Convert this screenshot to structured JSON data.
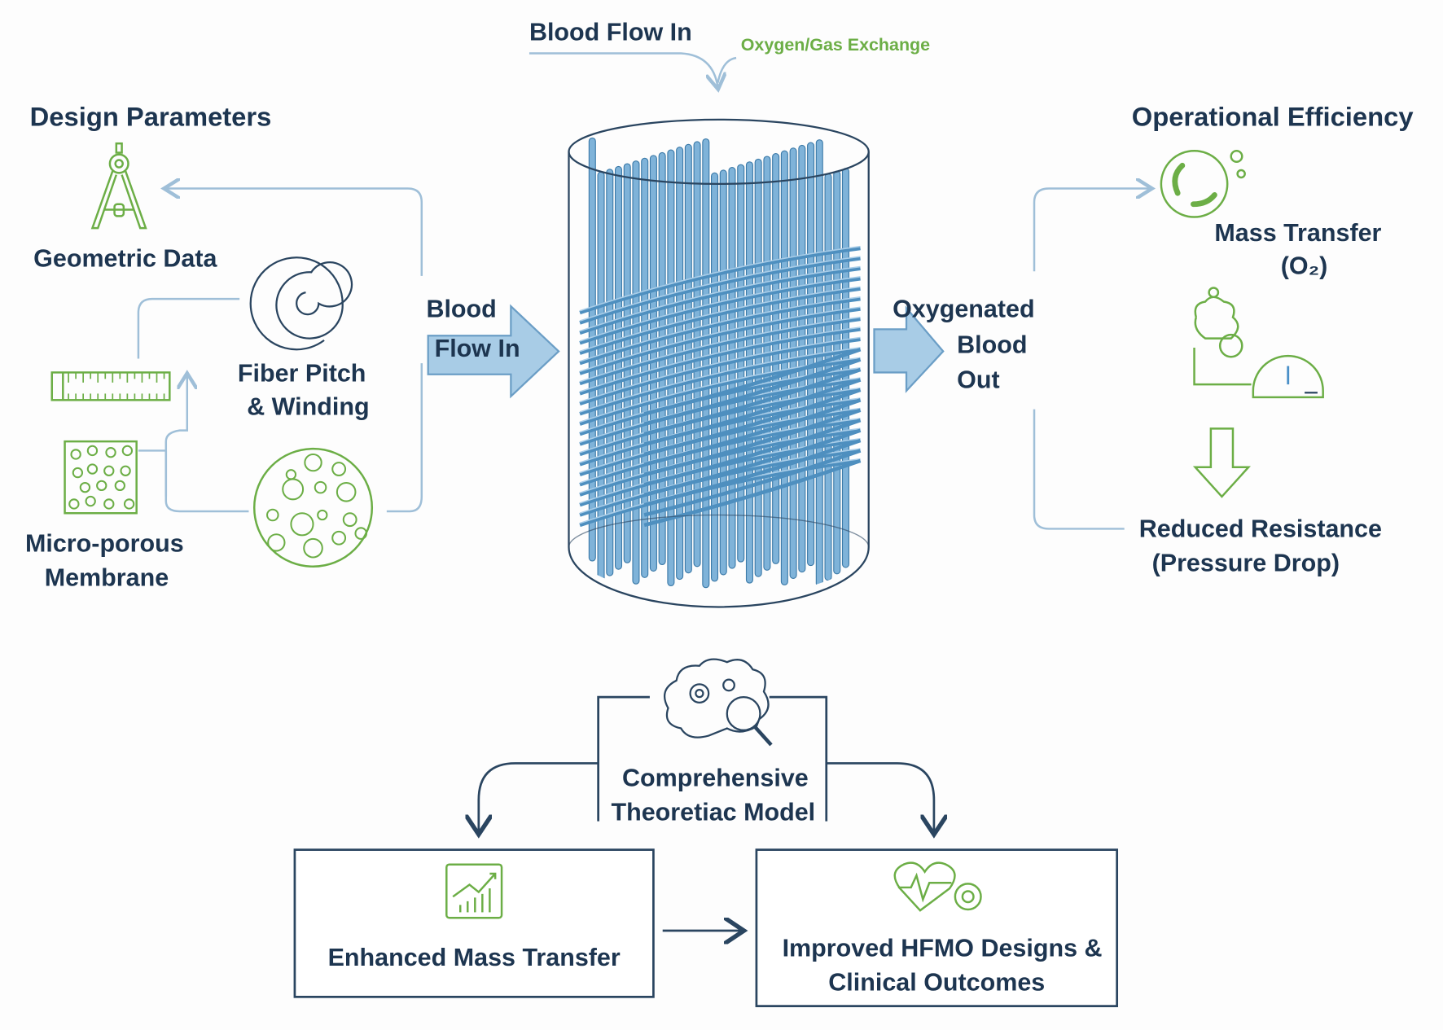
{
  "top": {
    "blood_flow_in": "Blood Flow In",
    "gas_exchange": "Oxygen/Gas Exchange"
  },
  "left": {
    "title": "Design Parameters",
    "geometric_data": "Geometric Data",
    "fiber_pitch_line1": "Fiber Pitch",
    "fiber_pitch_line2": "& Winding",
    "membrane_line1": "Micro-porous",
    "membrane_line2": "Membrane"
  },
  "center": {
    "inlet_line1": "Blood",
    "inlet_line2": "Flow In",
    "outlet_line1": "Oxygenated",
    "outlet_line2": "Blood",
    "outlet_line3": "Out"
  },
  "right": {
    "title": "Operational Efficiency",
    "mass_transfer_line1": "Mass Transfer",
    "mass_transfer_line2": "(O₂)",
    "resistance_line1": "Reduced Resistance",
    "resistance_line2": "(Pressure Drop)"
  },
  "bottom": {
    "model_line1": "Comprehensive",
    "model_line2": "Theoretiac Model",
    "box_left": "Enhanced Mass Transfer",
    "box_right_line1": "Improved HFMO Designs &",
    "box_right_line2": "Clinical Outcomes"
  },
  "colors": {
    "text": "#1d3550",
    "green": "#6cae46",
    "blue_fiber": "#7fb3d9",
    "connector": "#9fbfd8"
  }
}
